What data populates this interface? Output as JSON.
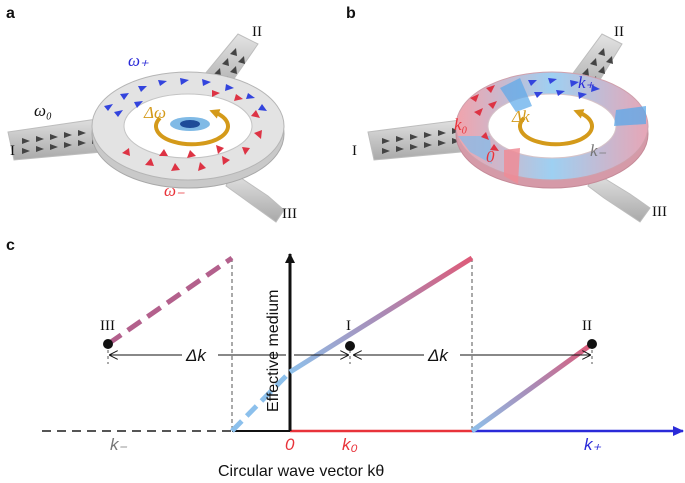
{
  "panels": {
    "a": {
      "label": "a",
      "port_in": "I",
      "port_2": "II",
      "port_3": "III",
      "omega0": "ω₀",
      "omega_plus": "ω₊",
      "omega_minus": "ω₋",
      "delta": "Δω"
    },
    "b": {
      "label": "b",
      "port_in": "I",
      "port_2": "II",
      "port_3": "III",
      "k0": "k₀",
      "k_plus": "k₊",
      "k_minus": "k₋",
      "zero": "0",
      "delta": "Δk"
    },
    "c": {
      "label": "c",
      "ylabel": "Effective medium",
      "xlabel": "Circular wave vector kθ",
      "zero": "0",
      "k0": "k₀",
      "k_plus": "k₊",
      "k_minus": "k₋",
      "point_III": "III",
      "point_I": "I",
      "point_II": "II",
      "delta_left": "Δk",
      "delta_right": "Δk"
    }
  },
  "colors": {
    "red": "#e8333a",
    "blue": "#2a2ad8",
    "gold": "#d49a1a",
    "gray": "#8a8a8a",
    "purple": "#a07aa8"
  }
}
